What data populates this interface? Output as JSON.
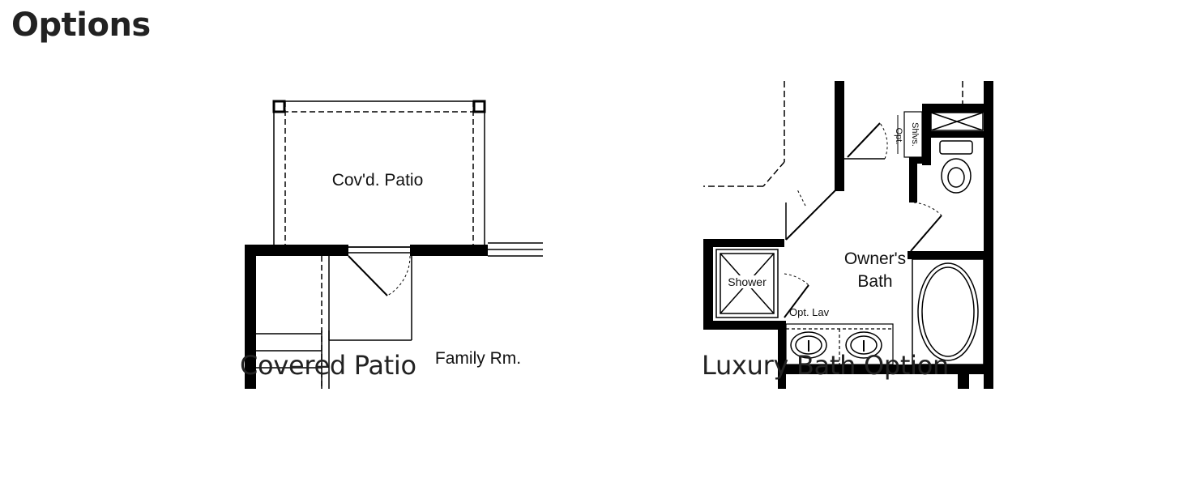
{
  "page": {
    "title": "Options"
  },
  "options": [
    {
      "caption": "Covered Patio",
      "plan_labels": {
        "patio": "Cov'd. Patio",
        "family_room": "Family Rm."
      }
    },
    {
      "caption": "Luxury Bath Option",
      "plan_labels": {
        "shelves_top": "Opt.",
        "shelves_bottom": "Shlvs.",
        "owners_bath_line1": "Owner's",
        "owners_bath_line2": "Bath",
        "shower": "Shower",
        "opt_lav": "Opt. Lav"
      }
    }
  ],
  "colors": {
    "text": "#222222",
    "line": "#000000",
    "background": "#ffffff"
  }
}
